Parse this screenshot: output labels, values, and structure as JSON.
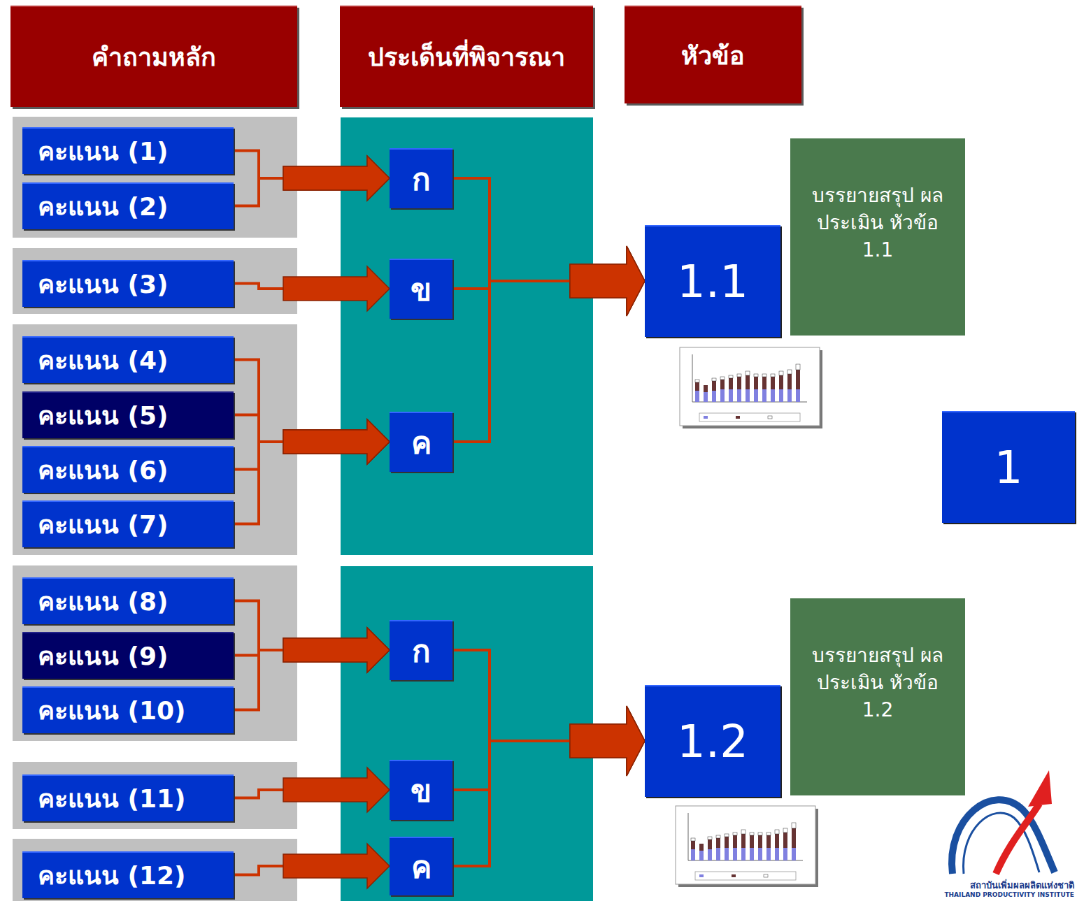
{
  "diagram": {
    "nodes": [
      {
        "text": [
          "คำถามหลัก"
        ]
      },
      {
        "text": [
          "ประเด็นที่พิจารณา"
        ]
      },
      {
        "text": [
          "หัวข้อ"
        ]
      },
      {
        "text": [
          "คะแนน (1)"
        ]
      },
      {
        "text": [
          "คะแนน (2)"
        ]
      },
      {
        "text": [
          "คะแนน (3)"
        ]
      },
      {
        "text": [
          "คะแนน (4)"
        ]
      },
      {
        "text": [
          "คะแนน (5)"
        ]
      },
      {
        "text": [
          "คะแนน (6)"
        ]
      },
      {
        "text": [
          "คะแนน (7)"
        ]
      },
      {
        "text": [
          "คะแนน (8)"
        ]
      },
      {
        "text": [
          "คะแนน (9)"
        ]
      },
      {
        "text": [
          "คะแนน (10)"
        ]
      },
      {
        "text": [
          "คะแนน (11)"
        ]
      },
      {
        "text": [
          "คะแนน (12)"
        ]
      },
      {
        "text": [
          "ก"
        ]
      },
      {
        "text": [
          "ข"
        ]
      },
      {
        "text": [
          "ค"
        ]
      },
      {
        "text": [
          "ก"
        ]
      },
      {
        "text": [
          "ข"
        ]
      },
      {
        "text": [
          "ค"
        ]
      },
      {
        "text": [
          "1.1"
        ]
      },
      {
        "text": [
          "บรรยายสรุป ผลประเมิน หัวข้อ 1.1"
        ]
      },
      {
        "text": [
          "1"
        ]
      },
      {
        "text": [
          "1.2"
        ]
      },
      {
        "text": [
          "บรรยายสรุป ผลประเมิน หัวข้อ 1.2"
        ]
      }
    ],
    "edges": [
      {
        "from": 3,
        "to": 15,
        "arrow": "to"
      },
      {
        "from": 4,
        "to": 15,
        "arrow": "to"
      },
      {
        "from": 5,
        "to": 16,
        "arrow": "to"
      },
      {
        "from": 6,
        "to": 17,
        "arrow": "to"
      },
      {
        "from": 7,
        "to": 17,
        "arrow": "to"
      },
      {
        "from": 8,
        "to": 17,
        "arrow": "to"
      },
      {
        "from": 9,
        "to": 17,
        "arrow": "to"
      },
      {
        "from": 10,
        "to": 18,
        "arrow": "to"
      },
      {
        "from": 11,
        "to": 18,
        "arrow": "to"
      },
      {
        "from": 12,
        "to": 18,
        "arrow": "to"
      },
      {
        "from": 13,
        "to": 19,
        "arrow": "to"
      },
      {
        "from": 14,
        "to": 20,
        "arrow": "to"
      },
      {
        "from": 15,
        "to": 21,
        "arrow": "to"
      },
      {
        "from": 16,
        "to": 21,
        "arrow": "to"
      },
      {
        "from": 17,
        "to": 21,
        "arrow": "to"
      },
      {
        "from": 18,
        "to": 24,
        "arrow": "to"
      },
      {
        "from": 19,
        "to": 24,
        "arrow": "to"
      },
      {
        "from": 20,
        "to": 24,
        "arrow": "to"
      }
    ],
    "labels": [
      "สถาบันเพิ่มผลผลิตแห่งชาติ",
      "THAILAND PRODUCTIVITY INSTITUTE"
    ]
  }
}
